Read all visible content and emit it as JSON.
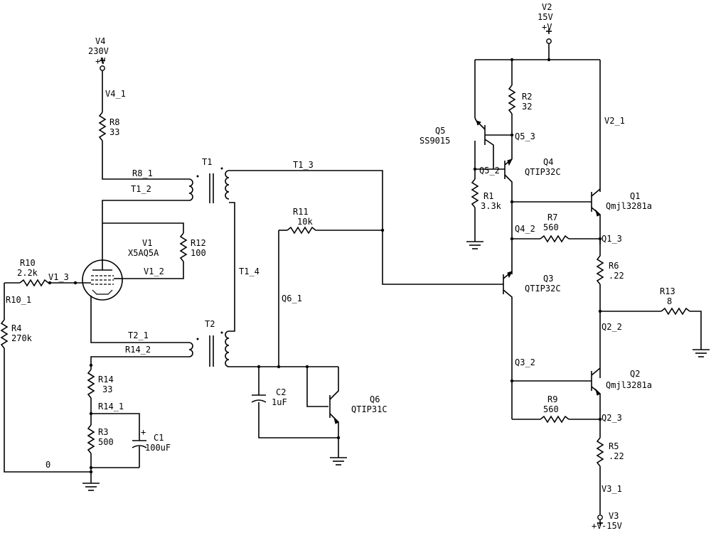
{
  "labels": {
    "v4_name": "V4",
    "v4_val": "230V",
    "v4_sym": "+V",
    "v4_node": "V4_1",
    "r8_name": "R8",
    "r8_val": "33",
    "r8_node": "R8_1",
    "t1_name": "T1",
    "t1_2": "T1_2",
    "t1_3": "T1_3",
    "t1_4": "T1_4",
    "v1_name": "V1",
    "v1_val": "X5AQ5A",
    "v1_2": "V1_2",
    "v1_3": "V1_3",
    "r12_name": "R12",
    "r12_val": "100",
    "r10_name": "R10",
    "r10_val": "2.2k",
    "r10_node": "R10_1",
    "r4_name": "R4",
    "r4_val": "270k",
    "r11_name": "R11",
    "r11_val": "10k",
    "t2_name": "T2",
    "t2_1": "T2_1",
    "r14_2": "R14_2",
    "q6_1": "Q6_1",
    "r14_name": "R14",
    "r14_val": "33",
    "r14_1": "R14_1",
    "r3_name": "R3",
    "r3_val": "500",
    "c1_name": "C1",
    "c1_val": "100uF",
    "c1_plus": "+",
    "c2_name": "C2",
    "c2_val": "1uF",
    "q6_name": "Q6",
    "q6_val": "QTIP31C",
    "node0": "0",
    "v2_name": "V2",
    "v2_val": "15V",
    "v2_sym": "+V",
    "v2_node": "V2_1",
    "r2_name": "R2",
    "r2_val": "32",
    "q5_name": "Q5",
    "q5_val": "SS9015",
    "q5_3": "Q5_3",
    "q5_2": "Q5_2",
    "q4_name": "Q4",
    "q4_val": "QTIP32C",
    "q4_2": "Q4_2",
    "r1_name": "R1",
    "r1_val": "3.3k",
    "q1_name": "Q1",
    "q1_val": "Qmjl3281a",
    "q1_3": "Q1_3",
    "r7_name": "R7",
    "r7_val": "560",
    "q3_name": "Q3",
    "q3_val": "QTIP32C",
    "q3_2": "Q3_2",
    "r6_name": "R6",
    "r6_val": ".22",
    "r13_name": "R13",
    "r13_val": "8",
    "q2_2": "Q2_2",
    "q2_name": "Q2",
    "q2_val": "Qmjl3281a",
    "q2_3": "Q2_3",
    "r9_name": "R9",
    "r9_val": "560",
    "r5_name": "R5",
    "r5_val": ".22",
    "v3_node": "V3_1",
    "v3_name": "V3",
    "v3_sym": "+V",
    "v3_val": "-15V"
  }
}
